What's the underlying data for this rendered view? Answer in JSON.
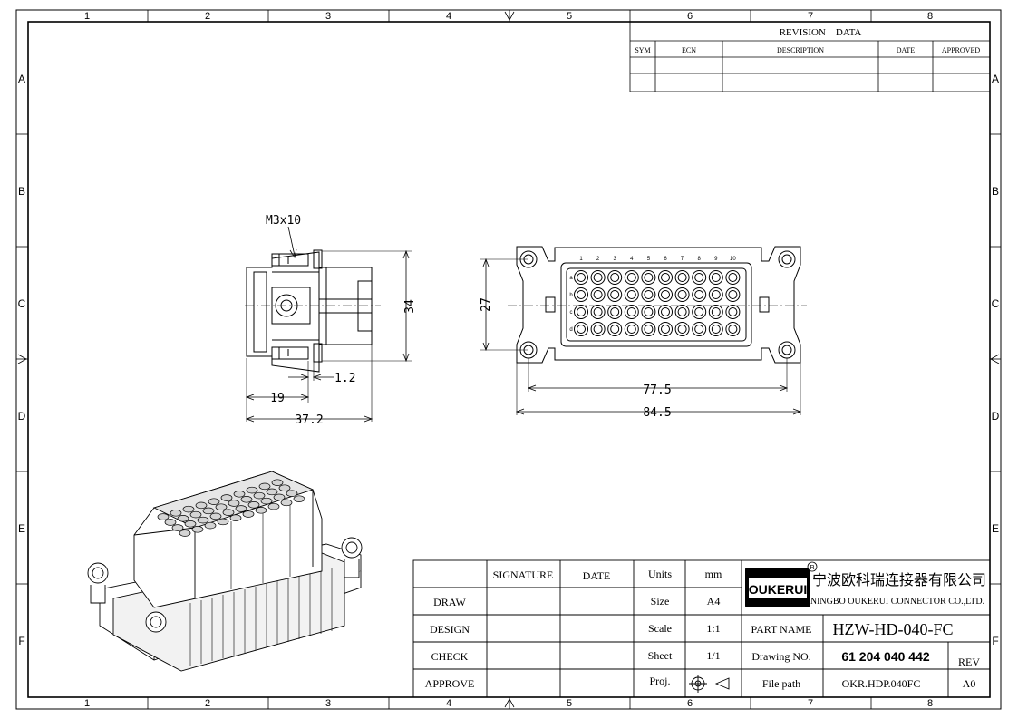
{
  "frame": {
    "col_labels": [
      "1",
      "2",
      "3",
      "4",
      "5",
      "6",
      "7",
      "8"
    ],
    "row_labels": [
      "A",
      "B",
      "C",
      "D",
      "E",
      "F"
    ]
  },
  "revision": {
    "title": "REVISION　DATA",
    "headers": [
      "SYM",
      "ECN",
      "DESCRIPTION",
      "DATE",
      "APPROVED"
    ]
  },
  "dimensions": {
    "screw": "M3x10",
    "d_34": "34",
    "d_1_2": "1.2",
    "d_19": "19",
    "d_37_2": "37.2",
    "d_27": "27",
    "d_77_5": "77.5",
    "d_84_5": "84.5",
    "pin_columns": [
      "1",
      "2",
      "3",
      "4",
      "5",
      "6",
      "7",
      "8",
      "9",
      "10"
    ],
    "row_marks": [
      "a",
      "b",
      "c",
      "d"
    ]
  },
  "title_block": {
    "col_signature": "SIGNATURE",
    "col_date": "DATE",
    "rows": [
      "DRAW",
      "DESIGN",
      "CHECK",
      "APPROVE"
    ],
    "units_label": "Units",
    "units_value": "mm",
    "size_label": "Size",
    "size_value": "A4",
    "scale_label": "Scale",
    "scale_value": "1:1",
    "sheet_label": "Sheet",
    "sheet_value": "1/1",
    "proj_label": "Proj.",
    "logo_text": "OUKERUI",
    "logo_mark": "R",
    "company_cn": "宁波欧科瑞连接器有限公司",
    "company_en": "NINGBO OUKERUI CONNECTOR CO.,LTD.",
    "part_name_label": "PART NAME",
    "part_name_value": "HZW-HD-040-FC",
    "drawing_no_label": "Drawing NO.",
    "drawing_no_value": "61 204 040 442",
    "rev_label": "REV",
    "file_path_label": "File path",
    "file_path_value": "OKR.HDP.040FC",
    "rev_value": "A0"
  }
}
